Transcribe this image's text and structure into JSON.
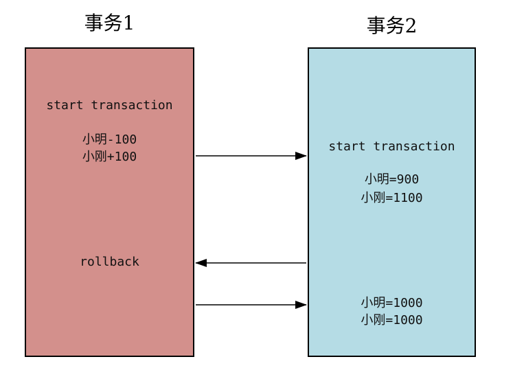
{
  "diagram": {
    "left": {
      "title": "事务1",
      "start": "start transaction",
      "op1": "小明-100",
      "op2": "小刚+100",
      "rollback": "rollback"
    },
    "right": {
      "title": "事务2",
      "start": "start transaction",
      "val1": "小明=900",
      "val2": "小刚=1100",
      "val3": "小明=1000",
      "val4": "小刚=1000"
    }
  },
  "colors": {
    "left_box_fill": "#d3908c",
    "right_box_fill": "#b5dce5",
    "box_border": "#000000",
    "arrow": "#000000",
    "text": "#111111",
    "background": "#ffffff"
  }
}
